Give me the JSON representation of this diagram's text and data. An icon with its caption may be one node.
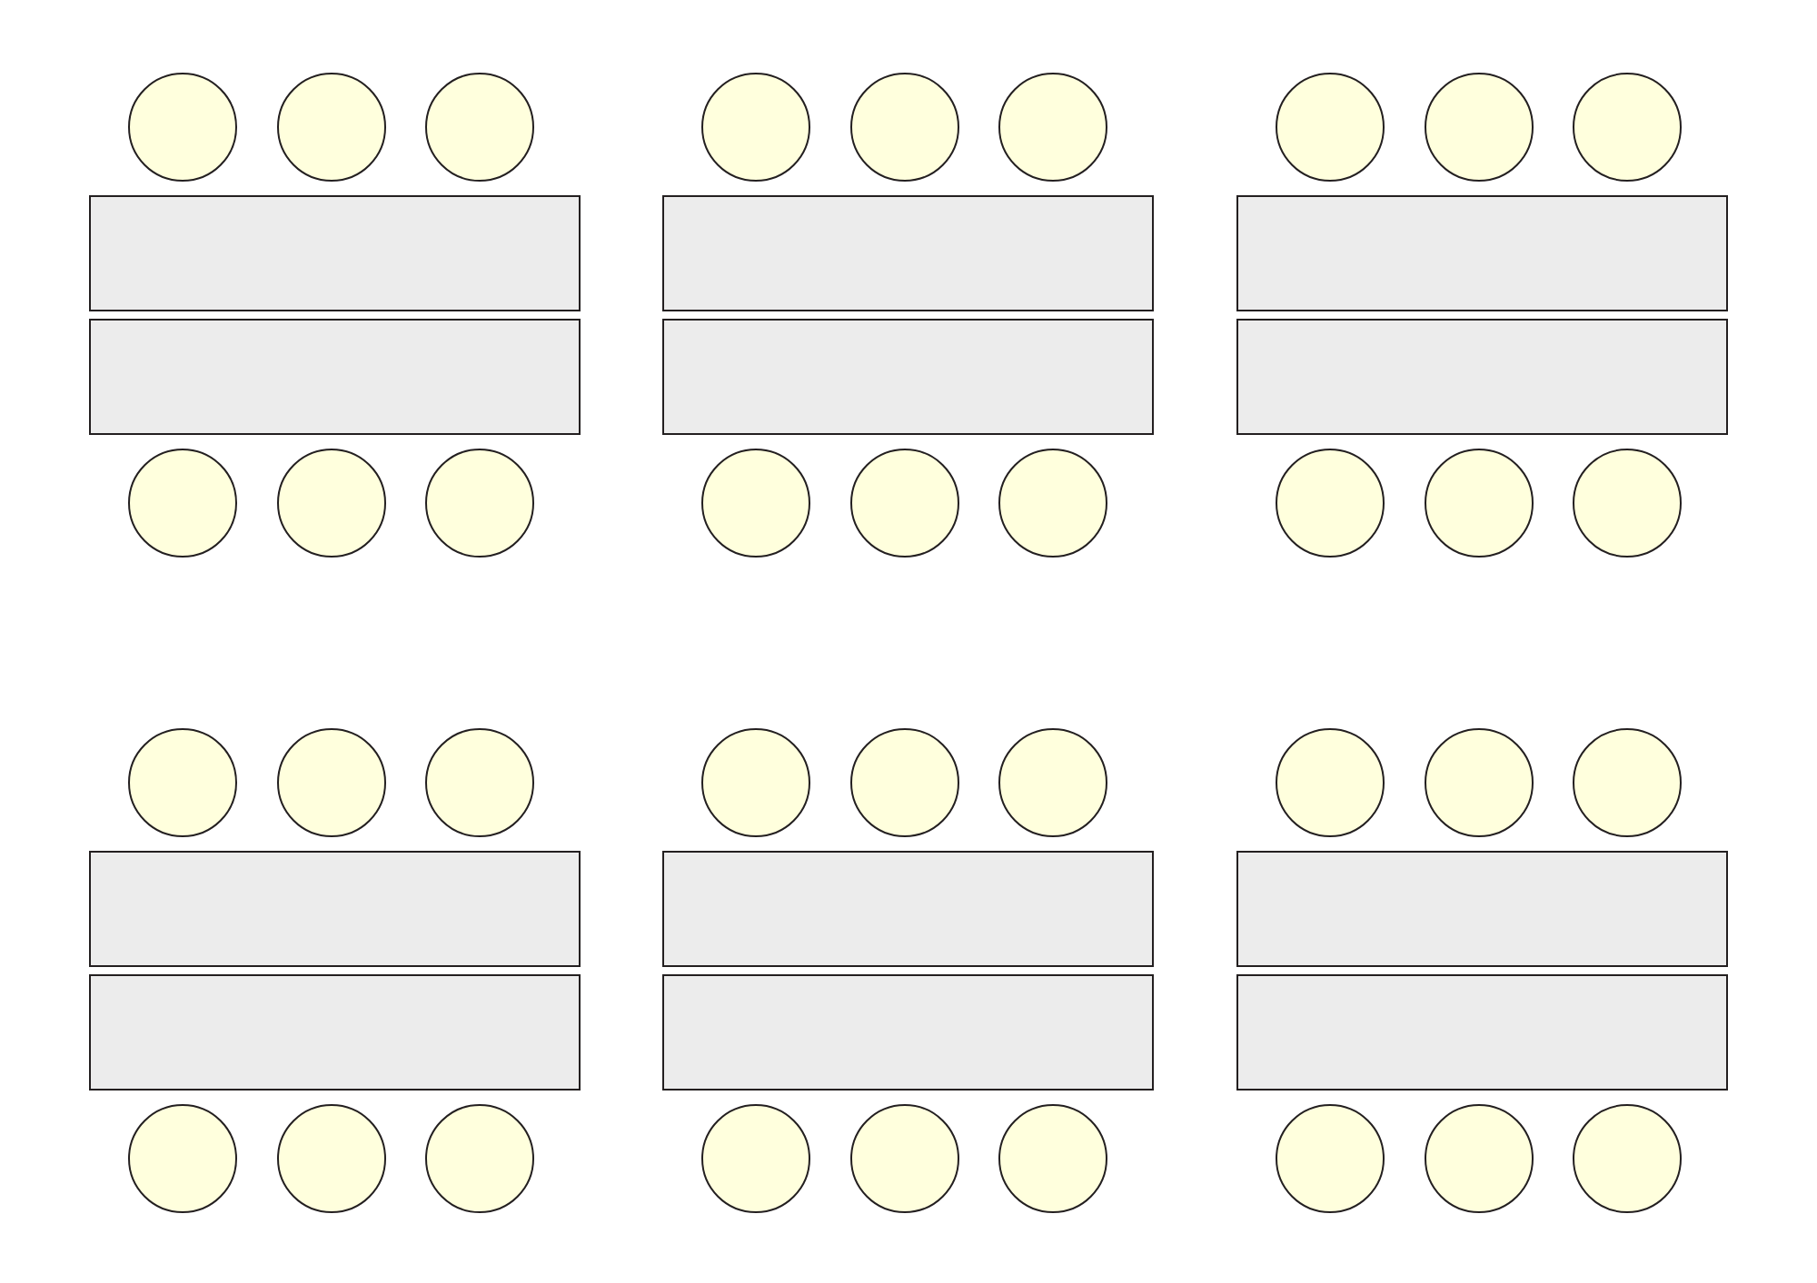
{
  "diagram": {
    "nodes": [
      {
        "text": [],
        "shape": "circle"
      },
      {
        "text": [],
        "shape": "circle"
      },
      {
        "text": [],
        "shape": "circle"
      },
      {
        "text": [],
        "shape": "circle"
      },
      {
        "text": [],
        "shape": "circle"
      },
      {
        "text": [],
        "shape": "circle"
      },
      {
        "text": [],
        "shape": "circle"
      },
      {
        "text": [],
        "shape": "circle"
      },
      {
        "text": [],
        "shape": "circle"
      },
      {
        "text": [],
        "shape": "box"
      },
      {
        "text": [],
        "shape": "box"
      },
      {
        "text": [],
        "shape": "box"
      },
      {
        "text": [],
        "shape": "box"
      },
      {
        "text": [],
        "shape": "box"
      },
      {
        "text": [],
        "shape": "box"
      },
      {
        "text": [],
        "shape": "circle"
      },
      {
        "text": [],
        "shape": "circle"
      },
      {
        "text": [],
        "shape": "circle"
      },
      {
        "text": [],
        "shape": "circle"
      },
      {
        "text": [],
        "shape": "circle"
      },
      {
        "text": [],
        "shape": "circle"
      },
      {
        "text": [],
        "shape": "circle"
      },
      {
        "text": [],
        "shape": "circle"
      },
      {
        "text": [],
        "shape": "circle"
      },
      {
        "text": [],
        "shape": "circle"
      },
      {
        "text": [],
        "shape": "circle"
      },
      {
        "text": [],
        "shape": "circle"
      },
      {
        "text": [],
        "shape": "circle"
      },
      {
        "text": [],
        "shape": "circle"
      },
      {
        "text": [],
        "shape": "circle"
      },
      {
        "text": [],
        "shape": "circle"
      },
      {
        "text": [],
        "shape": "circle"
      },
      {
        "text": [],
        "shape": "circle"
      },
      {
        "text": [],
        "shape": "box"
      },
      {
        "text": [],
        "shape": "box"
      },
      {
        "text": [],
        "shape": "box"
      },
      {
        "text": [],
        "shape": "box"
      },
      {
        "text": [],
        "shape": "box"
      },
      {
        "text": [],
        "shape": "box"
      },
      {
        "text": [],
        "shape": "circle"
      },
      {
        "text": [],
        "shape": "circle"
      },
      {
        "text": [],
        "shape": "circle"
      },
      {
        "text": [],
        "shape": "circle"
      },
      {
        "text": [],
        "shape": "circle"
      },
      {
        "text": [],
        "shape": "circle"
      },
      {
        "text": [],
        "shape": "circle"
      },
      {
        "text": [],
        "shape": "circle"
      },
      {
        "text": [],
        "shape": "circle"
      }
    ]
  }
}
